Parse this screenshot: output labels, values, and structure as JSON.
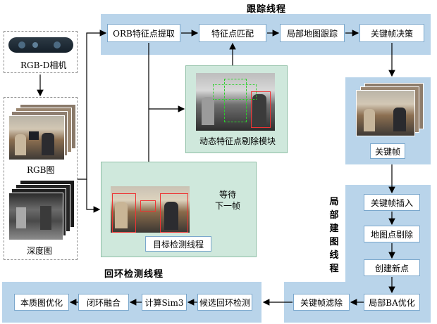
{
  "tracking": {
    "title": "跟踪线程",
    "orb": "ORB特征点提取",
    "match": "特征点匹配",
    "local_track": "局部地图跟踪",
    "kf_decision": "关键帧决策"
  },
  "camera": {
    "label": "RGB-D相机"
  },
  "inputs": {
    "rgb_label": "RGB图",
    "depth_label": "深度图"
  },
  "dynamic": {
    "label": "动态特征点剔除模块"
  },
  "detection": {
    "label": "目标检测线程",
    "wait_label": "等待\n下一帧"
  },
  "keyframe": {
    "label": "关键帧"
  },
  "local_mapping": {
    "title": [
      "局",
      "部",
      "建",
      "图",
      "线",
      "程"
    ],
    "kf_insert": "关键帧插入",
    "mp_cull": "地图点剔除",
    "new_points": "创建新点",
    "local_ba": "局部BA优化",
    "kf_cull": "关键帧滤除"
  },
  "loop": {
    "title": "回环检测线程",
    "candidate": "候选回环检测",
    "sim3": "计算Sim3",
    "fusion": "闭环融合",
    "essential": "本质图优化"
  },
  "colors": {
    "panel": "#b9d4ea",
    "green": "#cfe8dc",
    "box_border": "#7aa7cc"
  }
}
